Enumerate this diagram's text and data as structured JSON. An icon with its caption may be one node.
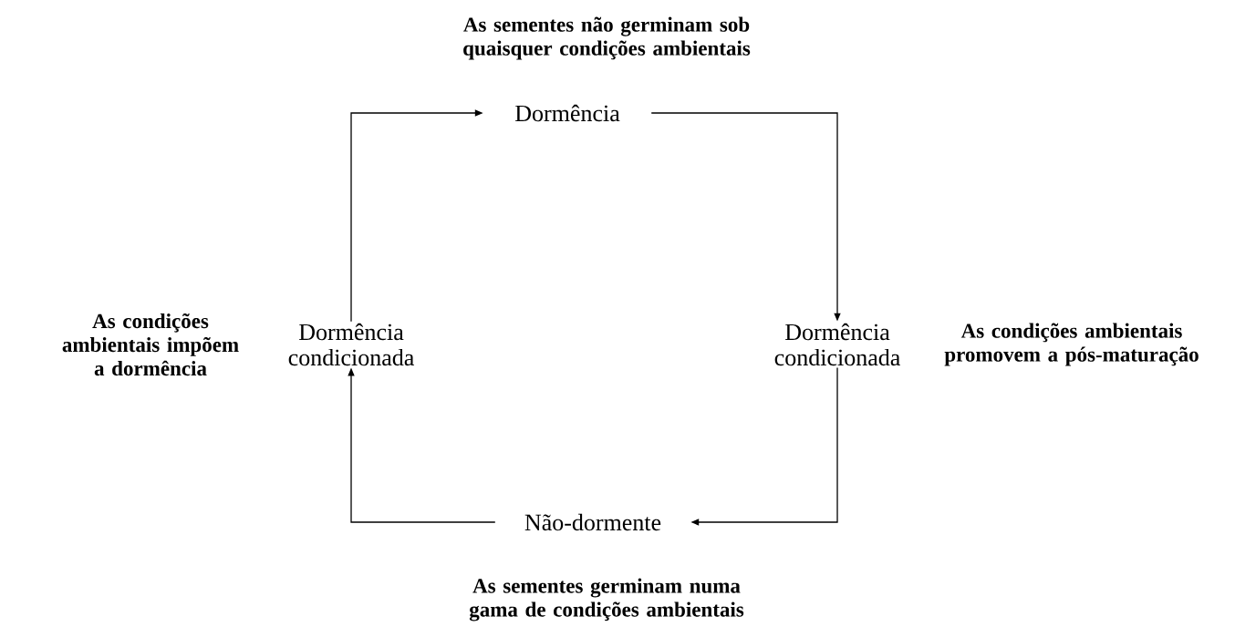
{
  "diagram": {
    "nodes": [
      {
        "text": [
          "Dormência"
        ],
        "beside": [
          "As sementes não germinam sob quaisquer condições ambientais"
        ]
      },
      {
        "text": [
          "Dormência condicionada"
        ],
        "beside": [
          "As condições ambientais promovem a pós-maturação"
        ]
      },
      {
        "text": [
          "Não-dormente"
        ],
        "beside": [
          "As sementes germinam numa gama de condições ambientais"
        ]
      },
      {
        "text": [
          "Dormência condicionada"
        ],
        "beside": [
          "As condições ambientais impõem a dormência"
        ]
      }
    ],
    "edges": [
      {
        "from": 0,
        "to": 1,
        "arrow": "to"
      },
      {
        "from": 1,
        "to": 2,
        "arrow": "to"
      },
      {
        "from": 2,
        "to": 3,
        "arrow": "to"
      },
      {
        "from": 3,
        "to": 0,
        "arrow": "to"
      }
    ]
  }
}
